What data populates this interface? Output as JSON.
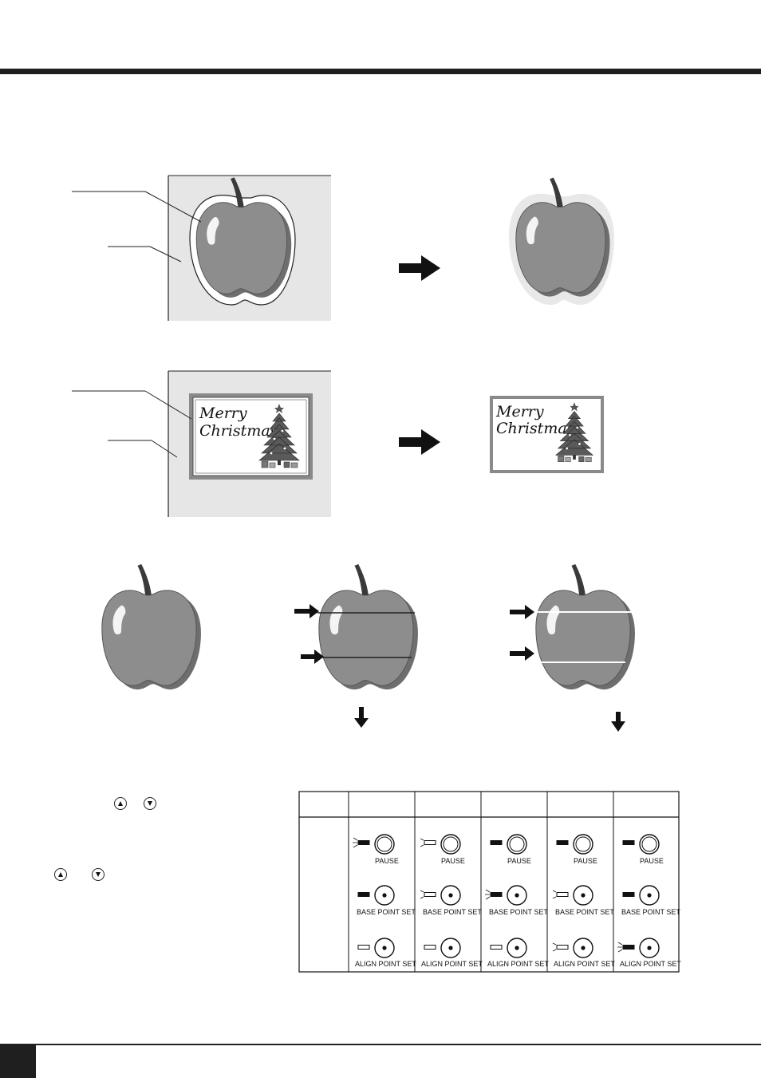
{
  "card": {
    "line1": "Merry",
    "line2": "Christmas"
  },
  "buttons": {
    "pause": "PAUSE",
    "base_point_set": "BASE POINT SET",
    "align_point_set": "ALIGN POINT SET"
  },
  "icons": {
    "up": "up-triangle-button-icon",
    "down": "down-triangle-button-icon"
  },
  "colors": {
    "bar": "#1f1f1f",
    "apple": "#8d8d8d",
    "panel": "#e6e6e6"
  }
}
